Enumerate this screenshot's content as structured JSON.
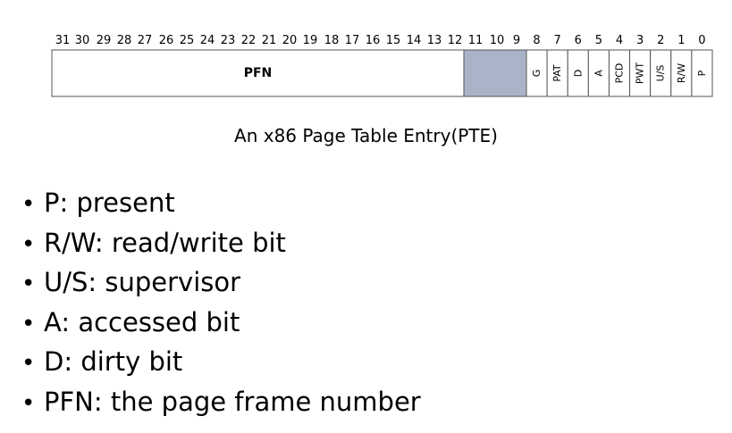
{
  "diagram": {
    "bit_numbers": [
      "31",
      "30",
      "29",
      "28",
      "27",
      "26",
      "25",
      "24",
      "23",
      "22",
      "21",
      "20",
      "19",
      "18",
      "17",
      "16",
      "15",
      "14",
      "13",
      "12",
      "11",
      "10",
      "9",
      "8",
      "7",
      "6",
      "5",
      "4",
      "3",
      "2",
      "1",
      "0"
    ],
    "fields": [
      {
        "label": "PFN",
        "bits": [
          12,
          31
        ],
        "shaded": false,
        "rotated": false
      },
      {
        "label": "",
        "bits": [
          9,
          11
        ],
        "shaded": true,
        "rotated": false
      },
      {
        "label": "G",
        "bits": [
          8,
          8
        ],
        "shaded": false,
        "rotated": true
      },
      {
        "label": "PAT",
        "bits": [
          7,
          7
        ],
        "shaded": false,
        "rotated": true
      },
      {
        "label": "D",
        "bits": [
          6,
          6
        ],
        "shaded": false,
        "rotated": true
      },
      {
        "label": "A",
        "bits": [
          5,
          5
        ],
        "shaded": false,
        "rotated": true
      },
      {
        "label": "PCD",
        "bits": [
          4,
          4
        ],
        "shaded": false,
        "rotated": true
      },
      {
        "label": "PWT",
        "bits": [
          3,
          3
        ],
        "shaded": false,
        "rotated": true
      },
      {
        "label": "U/S",
        "bits": [
          2,
          2
        ],
        "shaded": false,
        "rotated": true
      },
      {
        "label": "R/W",
        "bits": [
          1,
          1
        ],
        "shaded": false,
        "rotated": true
      },
      {
        "label": "P",
        "bits": [
          0,
          0
        ],
        "shaded": false,
        "rotated": true
      }
    ],
    "colors": {
      "reserved_fill": "#aab4c8",
      "border": "#555555"
    }
  },
  "caption": "An x86 Page Table Entry(PTE)",
  "bullets": [
    "P: present",
    "R/W: read/write bit",
    "U/S: supervisor",
    "A: accessed bit",
    "D: dirty bit",
    "PFN: the page frame number"
  ],
  "bullet_glyph": "•"
}
